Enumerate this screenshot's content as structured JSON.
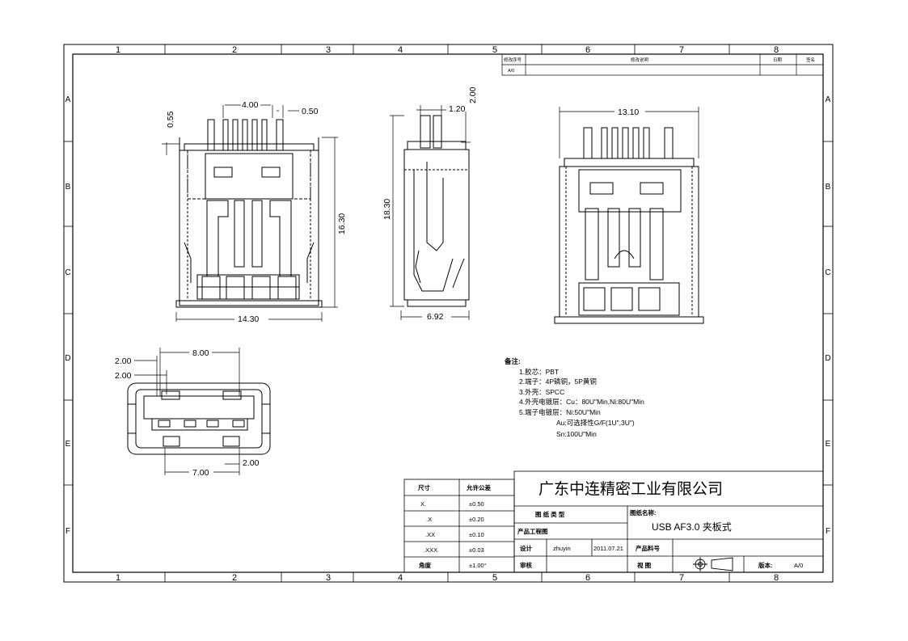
{
  "grid": {
    "columns": [
      "1",
      "2",
      "3",
      "4",
      "5",
      "6",
      "7",
      "8"
    ],
    "rows": [
      "A",
      "B",
      "C",
      "D",
      "E",
      "F"
    ]
  },
  "revision_table": {
    "headers": [
      "修改序号",
      "修改说明",
      "日期",
      "签名"
    ],
    "rows": [
      [
        "A/0",
        "",
        "",
        ""
      ]
    ]
  },
  "views": {
    "front": {
      "dims": {
        "pin_pitch": "4.00",
        "pin_width": "0.50",
        "pin_offset": "0.55",
        "height": "16.30",
        "width": "14.30"
      }
    },
    "side": {
      "dims": {
        "top_height": "2.00",
        "top_width": "1.20",
        "height": "18.30",
        "depth": "6.92"
      }
    },
    "rear": {
      "dims": {
        "width": "13.10"
      }
    },
    "bottom": {
      "dims": {
        "a": "2.00",
        "b": "2.00",
        "span_top": "8.00",
        "span_bottom": "7.00",
        "c": "2.00"
      }
    }
  },
  "notes": {
    "title": "备注:",
    "items": [
      "1.胶芯：PBT",
      "2.端子：4P磷铜，5P黄铜",
      "3.外壳：SPCC",
      "4.外壳电镀层：Cu：80U\"Min,Ni:80U\"Min",
      "5.端子电镀层：Ni:50U\"Min",
      "Au:可选择性G/F(1U\",3U\")",
      "Sn:100U\"Min"
    ]
  },
  "tolerance_table": {
    "headers": [
      "尺寸",
      "允许公差"
    ],
    "rows": [
      [
        "X.",
        "±0.50"
      ],
      [
        ".X",
        "±0.20"
      ],
      [
        ".XX",
        "±0.10"
      ],
      [
        ".XXX",
        "±0.03"
      ],
      [
        "角度",
        "±1.00°"
      ]
    ]
  },
  "title_block": {
    "company": "广东中连精密工业有限公司",
    "drawing_type_label": "图 纸 类 型",
    "drawing_type_value": "产品工程图",
    "name_label": "图纸名称:",
    "name_value": "USB AF3.0 夹板式",
    "designer_label": "设计",
    "designer": "zhuyin",
    "date": "2011.07.21",
    "part_no_label": "产品料号",
    "reviewer_label": "审核",
    "view_label": "视 图",
    "version_label": "版本:",
    "version": "A/0"
  }
}
